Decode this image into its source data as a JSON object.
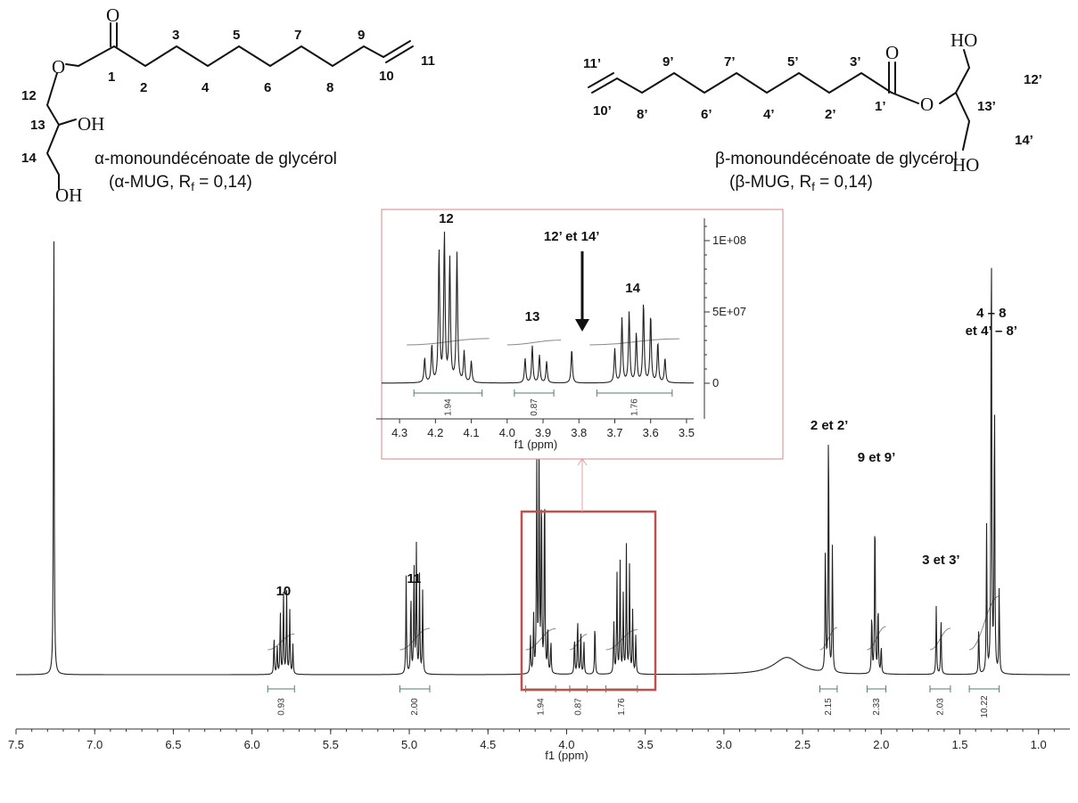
{
  "molecules": {
    "alpha": {
      "name_prefix": "α",
      "name_rest": "-monoundécénoate de glycérol",
      "abbr_open": "(α-MUG, R",
      "abbr_sub": "f",
      "abbr_close": " = 0,14)",
      "atoms": {
        "o_carbonyl": "O",
        "o_ester": "O",
        "oh13": "OH",
        "oh14": "OH"
      },
      "numbers": [
        "1",
        "2",
        "3",
        "4",
        "5",
        "6",
        "7",
        "8",
        "9",
        "10",
        "11",
        "12",
        "13",
        "14"
      ]
    },
    "beta": {
      "name_prefix": "β",
      "name_rest": "-monoundécénoate de glycérol",
      "abbr_open": "(β-MUG, R",
      "abbr_sub": "f",
      "abbr_close": " = 0,14)",
      "atoms": {
        "o_carbonyl": "O",
        "o_ester": "O",
        "ho12": "HO",
        "ho14": "HO"
      },
      "numbers": [
        "1’",
        "2’",
        "3’",
        "4’",
        "5’",
        "6’",
        "7’",
        "8’",
        "9’",
        "10’",
        "11’",
        "12’",
        "13’",
        "14’"
      ]
    }
  },
  "chart_data": [
    {
      "type": "line",
      "xlabel": "f1 (ppm)",
      "xlim": [
        7.5,
        0.8
      ],
      "x_ticks": [
        7.5,
        7.0,
        6.5,
        6.0,
        5.5,
        5.0,
        4.5,
        4.0,
        3.5,
        3.0,
        2.5,
        2.0,
        1.5,
        1.0
      ],
      "x_tick_labels": [
        "7.5",
        "7.0",
        "6.5",
        "6.0",
        "5.5",
        "5.0",
        "4.5",
        "4.0",
        "3.5",
        "3.0",
        "2.5",
        "2.0",
        "1.5",
        "1.0"
      ],
      "peak_labels": [
        {
          "text": "10",
          "ppm": 5.8
        },
        {
          "text": "11",
          "ppm": 4.97
        },
        {
          "text": "2 et 2’",
          "ppm": 2.33
        },
        {
          "text": "9 et 9’",
          "ppm": 2.03
        },
        {
          "text": "3 et 3’",
          "ppm": 1.62
        },
        {
          "text": "4 – 8",
          "ppm": 1.3
        },
        {
          "text": "et  4’ – 8’",
          "ppm": 1.3
        }
      ],
      "integrals": [
        {
          "from": 5.9,
          "to": 5.73,
          "value": "0.93"
        },
        {
          "from": 5.06,
          "to": 4.87,
          "value": "2.00"
        },
        {
          "from": 4.26,
          "to": 4.07,
          "value": "1.94"
        },
        {
          "from": 3.98,
          "to": 3.87,
          "value": "0.87"
        },
        {
          "from": 3.75,
          "to": 3.55,
          "value": "1.76"
        },
        {
          "from": 2.39,
          "to": 2.28,
          "value": "2.15"
        },
        {
          "from": 2.09,
          "to": 1.97,
          "value": "2.33"
        },
        {
          "from": 1.69,
          "to": 1.56,
          "value": "2.03"
        },
        {
          "from": 1.44,
          "to": 1.25,
          "value": "10.22"
        }
      ],
      "peaks": [
        {
          "ppm": 7.26,
          "h": 1.0
        },
        {
          "ppm": 5.86,
          "h": 0.08
        },
        {
          "ppm": 5.84,
          "h": 0.06
        },
        {
          "ppm": 5.82,
          "h": 0.13
        },
        {
          "ppm": 5.8,
          "h": 0.17
        },
        {
          "ppm": 5.78,
          "h": 0.17
        },
        {
          "ppm": 5.76,
          "h": 0.13
        },
        {
          "ppm": 5.74,
          "h": 0.06
        },
        {
          "ppm": 5.02,
          "h": 0.2
        },
        {
          "ppm": 4.99,
          "h": 0.17
        },
        {
          "ppm": 4.97,
          "h": 0.24
        },
        {
          "ppm": 4.955,
          "h": 0.26
        },
        {
          "ppm": 4.935,
          "h": 0.2
        },
        {
          "ppm": 4.915,
          "h": 0.17
        },
        {
          "ppm": 4.23,
          "h": 0.08
        },
        {
          "ppm": 4.21,
          "h": 0.12
        },
        {
          "ppm": 4.19,
          "h": 0.43
        },
        {
          "ppm": 4.175,
          "h": 0.48
        },
        {
          "ppm": 4.16,
          "h": 0.4
        },
        {
          "ppm": 4.14,
          "h": 0.42
        },
        {
          "ppm": 4.12,
          "h": 0.1
        },
        {
          "ppm": 4.1,
          "h": 0.07
        },
        {
          "ppm": 3.95,
          "h": 0.08
        },
        {
          "ppm": 3.93,
          "h": 0.12
        },
        {
          "ppm": 3.91,
          "h": 0.09
        },
        {
          "ppm": 3.89,
          "h": 0.07
        },
        {
          "ppm": 3.82,
          "h": 0.11
        },
        {
          "ppm": 3.7,
          "h": 0.11
        },
        {
          "ppm": 3.68,
          "h": 0.21
        },
        {
          "ppm": 3.66,
          "h": 0.23
        },
        {
          "ppm": 3.64,
          "h": 0.16
        },
        {
          "ppm": 3.62,
          "h": 0.26
        },
        {
          "ppm": 3.6,
          "h": 0.22
        },
        {
          "ppm": 3.58,
          "h": 0.13
        },
        {
          "ppm": 3.56,
          "h": 0.08
        },
        {
          "ppm": 2.355,
          "h": 0.27
        },
        {
          "ppm": 2.335,
          "h": 0.55
        },
        {
          "ppm": 2.31,
          "h": 0.27
        },
        {
          "ppm": 2.06,
          "h": 0.13
        },
        {
          "ppm": 2.04,
          "h": 0.36
        },
        {
          "ppm": 2.02,
          "h": 0.15
        },
        {
          "ppm": 2.0,
          "h": 0.06
        },
        {
          "ppm": 1.65,
          "h": 0.14
        },
        {
          "ppm": 1.62,
          "h": 0.12
        },
        {
          "ppm": 1.38,
          "h": 0.1
        },
        {
          "ppm": 1.33,
          "h": 0.3
        },
        {
          "ppm": 1.3,
          "h": 1.0
        },
        {
          "ppm": 1.28,
          "h": 0.6
        },
        {
          "ppm": 1.25,
          "h": 0.18
        }
      ],
      "broad_peaks": [
        {
          "ppm": 2.6,
          "h": 0.035,
          "w": 0.1
        }
      ]
    },
    {
      "type": "line",
      "xlabel": "f1 (ppm)",
      "xlim": [
        4.35,
        3.48
      ],
      "x_ticks": [
        4.3,
        4.2,
        4.1,
        4.0,
        3.9,
        3.8,
        3.7,
        3.6,
        3.5
      ],
      "x_tick_labels": [
        "4.3",
        "4.2",
        "4.1",
        "4.0",
        "3.9",
        "3.8",
        "3.7",
        "3.6",
        "3.5"
      ],
      "y_ticks": [
        0,
        50000000,
        100000000
      ],
      "y_tick_labels": [
        "0",
        "5E+07",
        "1E+08"
      ],
      "peak_labels": [
        {
          "text": "12",
          "ppm": 4.17
        },
        {
          "text": "12’ et 14’",
          "ppm": 3.82
        },
        {
          "text": "13",
          "ppm": 3.93
        },
        {
          "text": "14",
          "ppm": 3.65
        }
      ],
      "integrals": [
        {
          "from": 4.26,
          "to": 4.07,
          "value": "1.94"
        },
        {
          "from": 3.98,
          "to": 3.87,
          "value": "0.87"
        },
        {
          "from": 3.75,
          "to": 3.54,
          "value": "1.76"
        }
      ]
    }
  ]
}
